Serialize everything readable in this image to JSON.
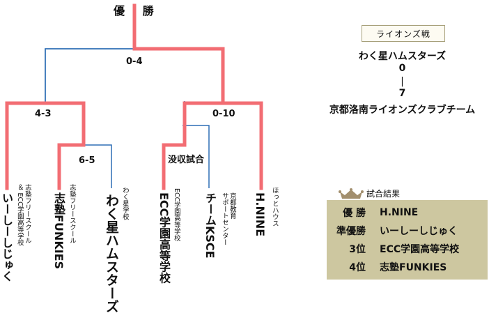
{
  "title": "優 勝",
  "scores": {
    "final": "0-4",
    "semi_left": "4-3",
    "semi_right": "0-10",
    "quarter_left": "6-5",
    "quarter_right": "没収試合"
  },
  "teams": [
    {
      "main": "いーしーしじゅく",
      "sub": [
        "志塾フリースクール",
        "＆ ECC学園高等学校"
      ]
    },
    {
      "main": "志塾FUNKIES",
      "sub": [
        "志塾フリースクール"
      ]
    },
    {
      "main": "わく星ハムスターズ",
      "sub": [
        "わく星学校"
      ]
    },
    {
      "main": "ECC学園高等学校",
      "sub": [
        "ECC学園高等学校"
      ]
    },
    {
      "main": "チームKSCE",
      "sub": [
        "京都教育",
        "サポートセンター"
      ]
    },
    {
      "main": "H.NINE",
      "sub": [
        "ほっとハウス"
      ]
    }
  ],
  "lions": {
    "title": "ライオンズ戦",
    "team_top": "わく星ハムスターズ",
    "score_top": "0",
    "dash": "|",
    "score_bottom": "7",
    "team_bottom": "京都洛南ライオンズクラブチーム"
  },
  "results": {
    "title": "試合結果",
    "rows": [
      {
        "rank": "優 勝",
        "team": "H.NINE"
      },
      {
        "rank": "準優勝",
        "team": "いーしーしじゅく"
      },
      {
        "rank": "3位",
        "team": "ECC学園高等学校"
      },
      {
        "rank": "4位",
        "team": "志塾FUNKIES"
      }
    ]
  },
  "colors": {
    "winner_line": "#f26d73",
    "loser_line": "#2e6fb5",
    "results_bg": "#cdc7a0",
    "crown": "#a28f6e"
  }
}
